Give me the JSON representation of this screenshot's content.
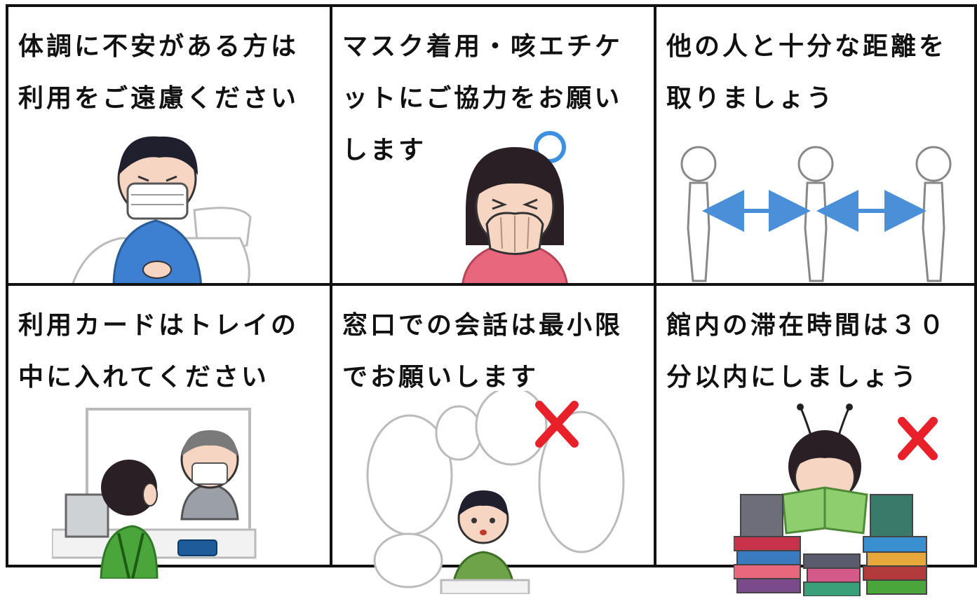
{
  "panels": [
    {
      "id": "health",
      "lines": [
        "体調に不安がある方は",
        "利用をご遠慮ください"
      ],
      "icon": "sick-person-in-bed-icon"
    },
    {
      "id": "mask",
      "lines": [
        "マスク着用・咳エチケ",
        "ットにご協力をお願い",
        "します"
      ],
      "icon": "person-coughing-icon"
    },
    {
      "id": "distance",
      "lines": [
        "他の人と十分な距離を",
        "取りましょう"
      ],
      "icon": "social-distance-icon"
    },
    {
      "id": "card",
      "lines": [
        "利用カードはトレイの",
        "中に入れてください"
      ],
      "icon": "counter-tray-icon"
    },
    {
      "id": "conversation",
      "lines": [
        "窓口での会話は最小限",
        "でお願いします"
      ],
      "icon": "speech-bubbles-icon"
    },
    {
      "id": "stay",
      "lines": [
        "館内の滞在時間は３０",
        "分以内にしましょう"
      ],
      "icon": "reading-books-icon"
    }
  ],
  "colors": {
    "border": "#111111",
    "arrow": "#4a90d9",
    "cross": "#e8202a",
    "shirt_blue": "#3d7fd0",
    "shirt_pink": "#e8677c",
    "apron_green": "#4aa63a"
  }
}
